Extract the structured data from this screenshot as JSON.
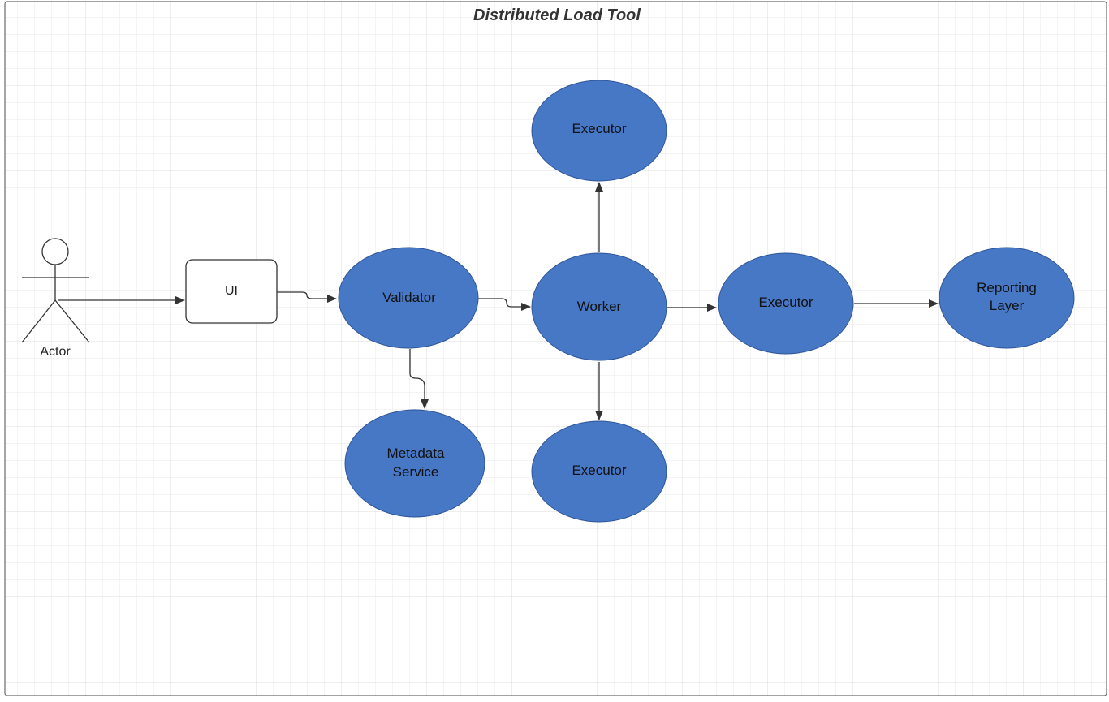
{
  "diagram": {
    "title": "Distributed Load Tool",
    "actor_label": "Actor",
    "ui_label": "UI",
    "validator_label": "Validator",
    "worker_label": "Worker",
    "executor_top_label": "Executor",
    "executor_right_label": "Executor",
    "executor_bottom_label": "Executor",
    "metadata_label_line1": "Metadata",
    "metadata_label_line2": "Service",
    "reporting_label_line1": "Reporting",
    "reporting_label_line2": "Layer"
  },
  "colors": {
    "node_fill": "#4778c6",
    "node_stroke": "#2f5597",
    "grid_line": "#e6e6e6",
    "edge": "#333333",
    "frame": "#6b6b6b"
  }
}
